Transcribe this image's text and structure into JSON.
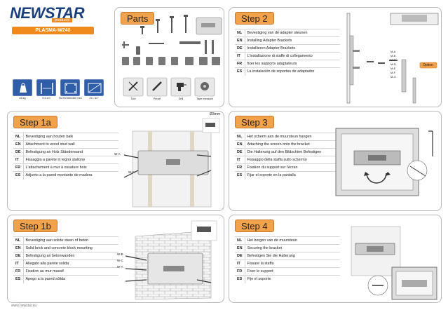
{
  "brand": {
    "name": "NEWSTAR",
    "tagline": "products",
    "model": "PLASMA-W240",
    "website": "www.newstar.eu"
  },
  "specs": [
    {
      "icon": "weight-icon",
      "label": "45 kg"
    },
    {
      "icon": "wall-distance-icon",
      "label": "9.6 cm"
    },
    {
      "icon": "vesa-icon",
      "label": "75x75/400x400 mm"
    },
    {
      "icon": "screen-size-icon",
      "label": "23 - 52\""
    }
  ],
  "tools": [
    {
      "icon": "screwdriver-icon",
      "label": "Tool"
    },
    {
      "icon": "pencil-icon",
      "label": "Pencil"
    },
    {
      "icon": "drill-icon",
      "label": "Drill"
    },
    {
      "icon": "tape-measure-icon",
      "label": "Tape measure"
    }
  ],
  "parts": {
    "title": "Parts"
  },
  "steps": {
    "step1a": {
      "title": "Step 1a",
      "drill_size": "Ø3mm",
      "labels": [
        "W-A",
        "W-C"
      ],
      "rows": [
        {
          "code": "NL",
          "text": "Bevestiging aan houten balk"
        },
        {
          "code": "EN",
          "text": "Attachment to wood stud wall"
        },
        {
          "code": "DE",
          "text": "Befestigung an Holz Ständerwand"
        },
        {
          "code": "IT",
          "text": "Fissaggio a parete in legno stallone"
        },
        {
          "code": "FR",
          "text": "L'attachement à mur à ossature bois"
        },
        {
          "code": "ES",
          "text": "Adjunto a la pared montante de madera"
        }
      ]
    },
    "step1b": {
      "title": "Step 1b",
      "labels": [
        "W-B",
        "W-C",
        "W-A"
      ],
      "rows": [
        {
          "code": "NL",
          "text": "Bevestiging aan solide steen of beton"
        },
        {
          "code": "EN",
          "text": "Solid brick and concrete block mounting"
        },
        {
          "code": "DE",
          "text": "Befestigung an betonwanden"
        },
        {
          "code": "IT",
          "text": "Allegato alla parete solida"
        },
        {
          "code": "FR",
          "text": "Fixation au mur massif"
        },
        {
          "code": "ES",
          "text": "Apego a la pared sólida"
        }
      ]
    },
    "step2": {
      "title": "Step 2",
      "option": "Option",
      "labels": [
        "M-A",
        "M-B",
        "M-C",
        "M-D",
        "M-E",
        "M-F",
        "M-G"
      ],
      "rows": [
        {
          "code": "NL",
          "text": "Bevestiging van de adapter steunen"
        },
        {
          "code": "EN",
          "text": "Installing Adapter Brackets"
        },
        {
          "code": "DE",
          "text": "Installieren Adapter Brackets"
        },
        {
          "code": "IT",
          "text": "L'installazione di staffe di collegamento"
        },
        {
          "code": "FR",
          "text": "fixer les supports adaptateurs"
        },
        {
          "code": "ES",
          "text": "La instalación de soportes de adaptador"
        }
      ]
    },
    "step3": {
      "title": "Step 3",
      "rows": [
        {
          "code": "NL",
          "text": "Het scherm aan de muursteun hangen"
        },
        {
          "code": "EN",
          "text": "Attaching the screen onto the bracket"
        },
        {
          "code": "DE",
          "text": "Die Halterung auf den Bildschirm Befestigen"
        },
        {
          "code": "IT",
          "text": "Fissaggio della staffa sullo schermo"
        },
        {
          "code": "FR",
          "text": "Fixation du support sur l'écran"
        },
        {
          "code": "ES",
          "text": "Fijar el soporte en la pantalla"
        }
      ]
    },
    "step4": {
      "title": "Step 4",
      "rows": [
        {
          "code": "NL",
          "text": "Het borgen van de muursteun"
        },
        {
          "code": "EN",
          "text": "Securing the bracket"
        },
        {
          "code": "DE",
          "text": "Befestigen Sie die Halterung"
        },
        {
          "code": "IT",
          "text": "Fissare la staffa"
        },
        {
          "code": "FR",
          "text": "Fixer le support"
        },
        {
          "code": "ES",
          "text": "Fije el soporte"
        }
      ]
    }
  }
}
